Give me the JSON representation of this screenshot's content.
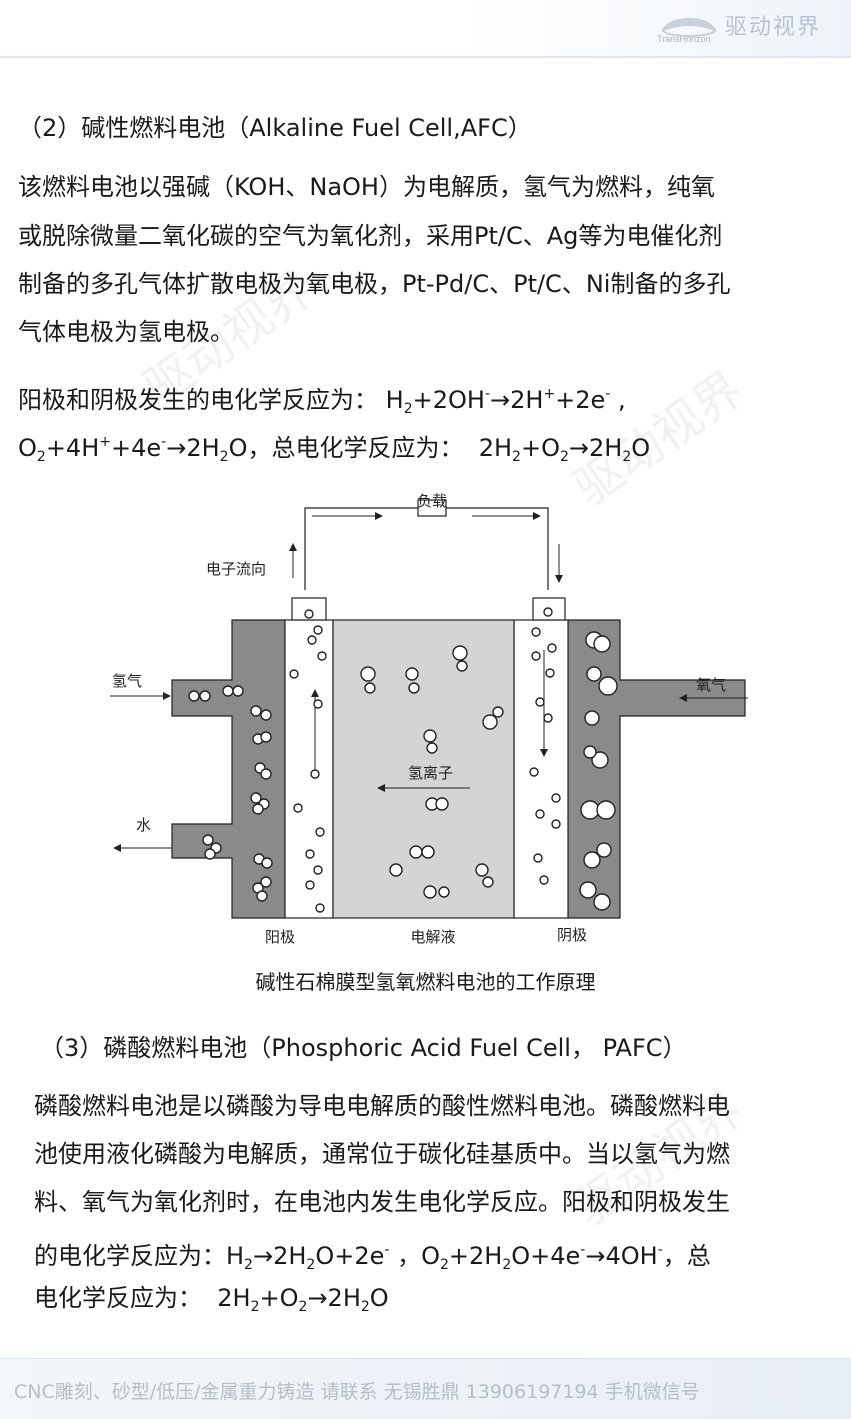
{
  "header": {
    "brand_name": "驱动视界",
    "brand_sub": "TransHorizon"
  },
  "afc": {
    "title": "（2）碱性燃料电池（Alkaline Fuel Cell,AFC）",
    "para_lines": [
      "该燃料电池以强碱（KOH、NaOH）为电解质，氢气为燃料，纯氧",
      "或脱除微量二氧化碳的空气为氧化剂，采用Pt/C、Ag等为电催化剂",
      "制备的多孔气体扩散电极为氧电极，Pt-Pd/C、Pt/C、Ni制备的多孔",
      "气体电极为氢电极。"
    ],
    "reaction_intro": "阳极和阴极发生的电化学反应为：",
    "total_intro": "，总电化学反应为："
  },
  "diagram": {
    "load_label": "负载",
    "electron_flow_label": "电子流向",
    "hydrogen_label": "氢气",
    "oxygen_label": "氧气",
    "water_label": "水",
    "ion_label": "氢离子",
    "anode_label": "阳极",
    "electrolyte_label": "电解液",
    "cathode_label": "阴极",
    "caption": "碱性石棉膜型氢氧燃料电池的工作原理"
  },
  "pafc": {
    "title": "（3）磷酸燃料电池（Phosphoric Acid Fuel Cell， PAFC）",
    "para_lines": [
      "磷酸燃料电池是以磷酸为导电电解质的酸性燃料电池。磷酸燃料电",
      "池使用液化磷酸为电解质，通常位于碳化硅基质中。当以氢气为燃",
      "料、氧气为氧化剂时，在电池内发生电化学反应。阳极和阴极发生"
    ],
    "reaction_intro": "的电化学反应为：",
    "total_intro": "电化学反应为："
  },
  "footer": {
    "text": "CNC雕刻、砂型/低压/金属重力铸造 请联系 无锡胜鼎 13906197194 手机微信号"
  }
}
